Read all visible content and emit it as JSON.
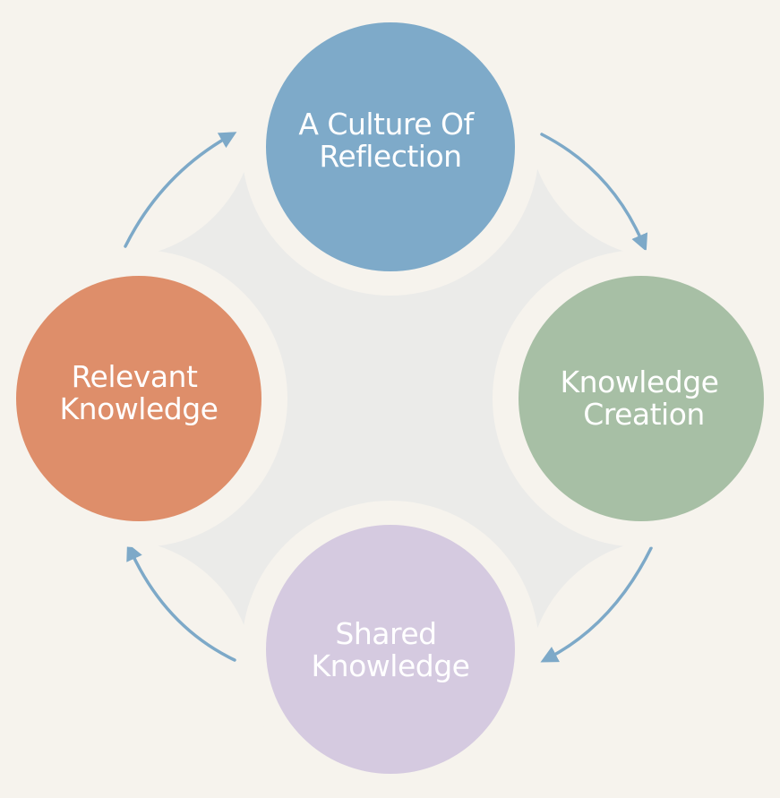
{
  "colors": {
    "background": "#f6f3ed",
    "center_fill": "#ebebe9",
    "ring": "#f6f3ed",
    "arrow": "#7da9c8",
    "text": "#ffffff"
  },
  "nodes": [
    {
      "lines": [
        "A Culture Of",
        "Reflection"
      ],
      "color": "#7eaac9"
    },
    {
      "lines": [
        "Knowledge",
        "Creation"
      ],
      "color": "#a7bfa5"
    },
    {
      "lines": [
        "Shared",
        "Knowledge"
      ],
      "color": "#d5cae0"
    },
    {
      "lines": [
        "Relevant",
        "Knowledge"
      ],
      "color": "#de8e6a"
    }
  ]
}
